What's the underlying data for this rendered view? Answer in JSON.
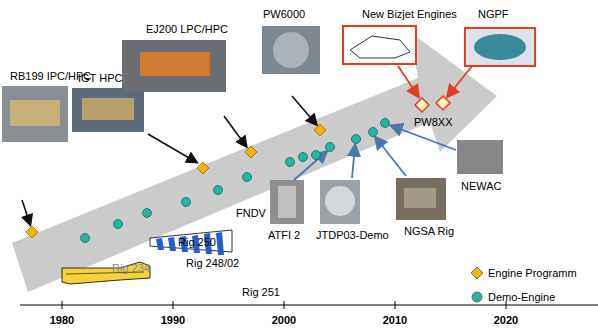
{
  "diagram": {
    "labels": [
      "RB199 IPC/HPC",
      "IGT HPC",
      "EJ200 LPC/HPC",
      "PW6000",
      "New Bizjet Engines",
      "NGPF",
      "PW8XX",
      "NEWAC",
      "NGSA Rig",
      "JTDP03-Demo",
      "ATFI 2",
      "FNDV",
      "Rig 250",
      "Rig 248/02",
      "Rig 234",
      "Rig 251",
      "1980",
      "1990",
      "2000",
      "2010",
      "2020"
    ],
    "legend": [
      {
        "text": "Engine Programm",
        "color": "#f2b705"
      },
      {
        "text": "Demo-Engine",
        "color": "#25b3a3"
      }
    ]
  }
}
